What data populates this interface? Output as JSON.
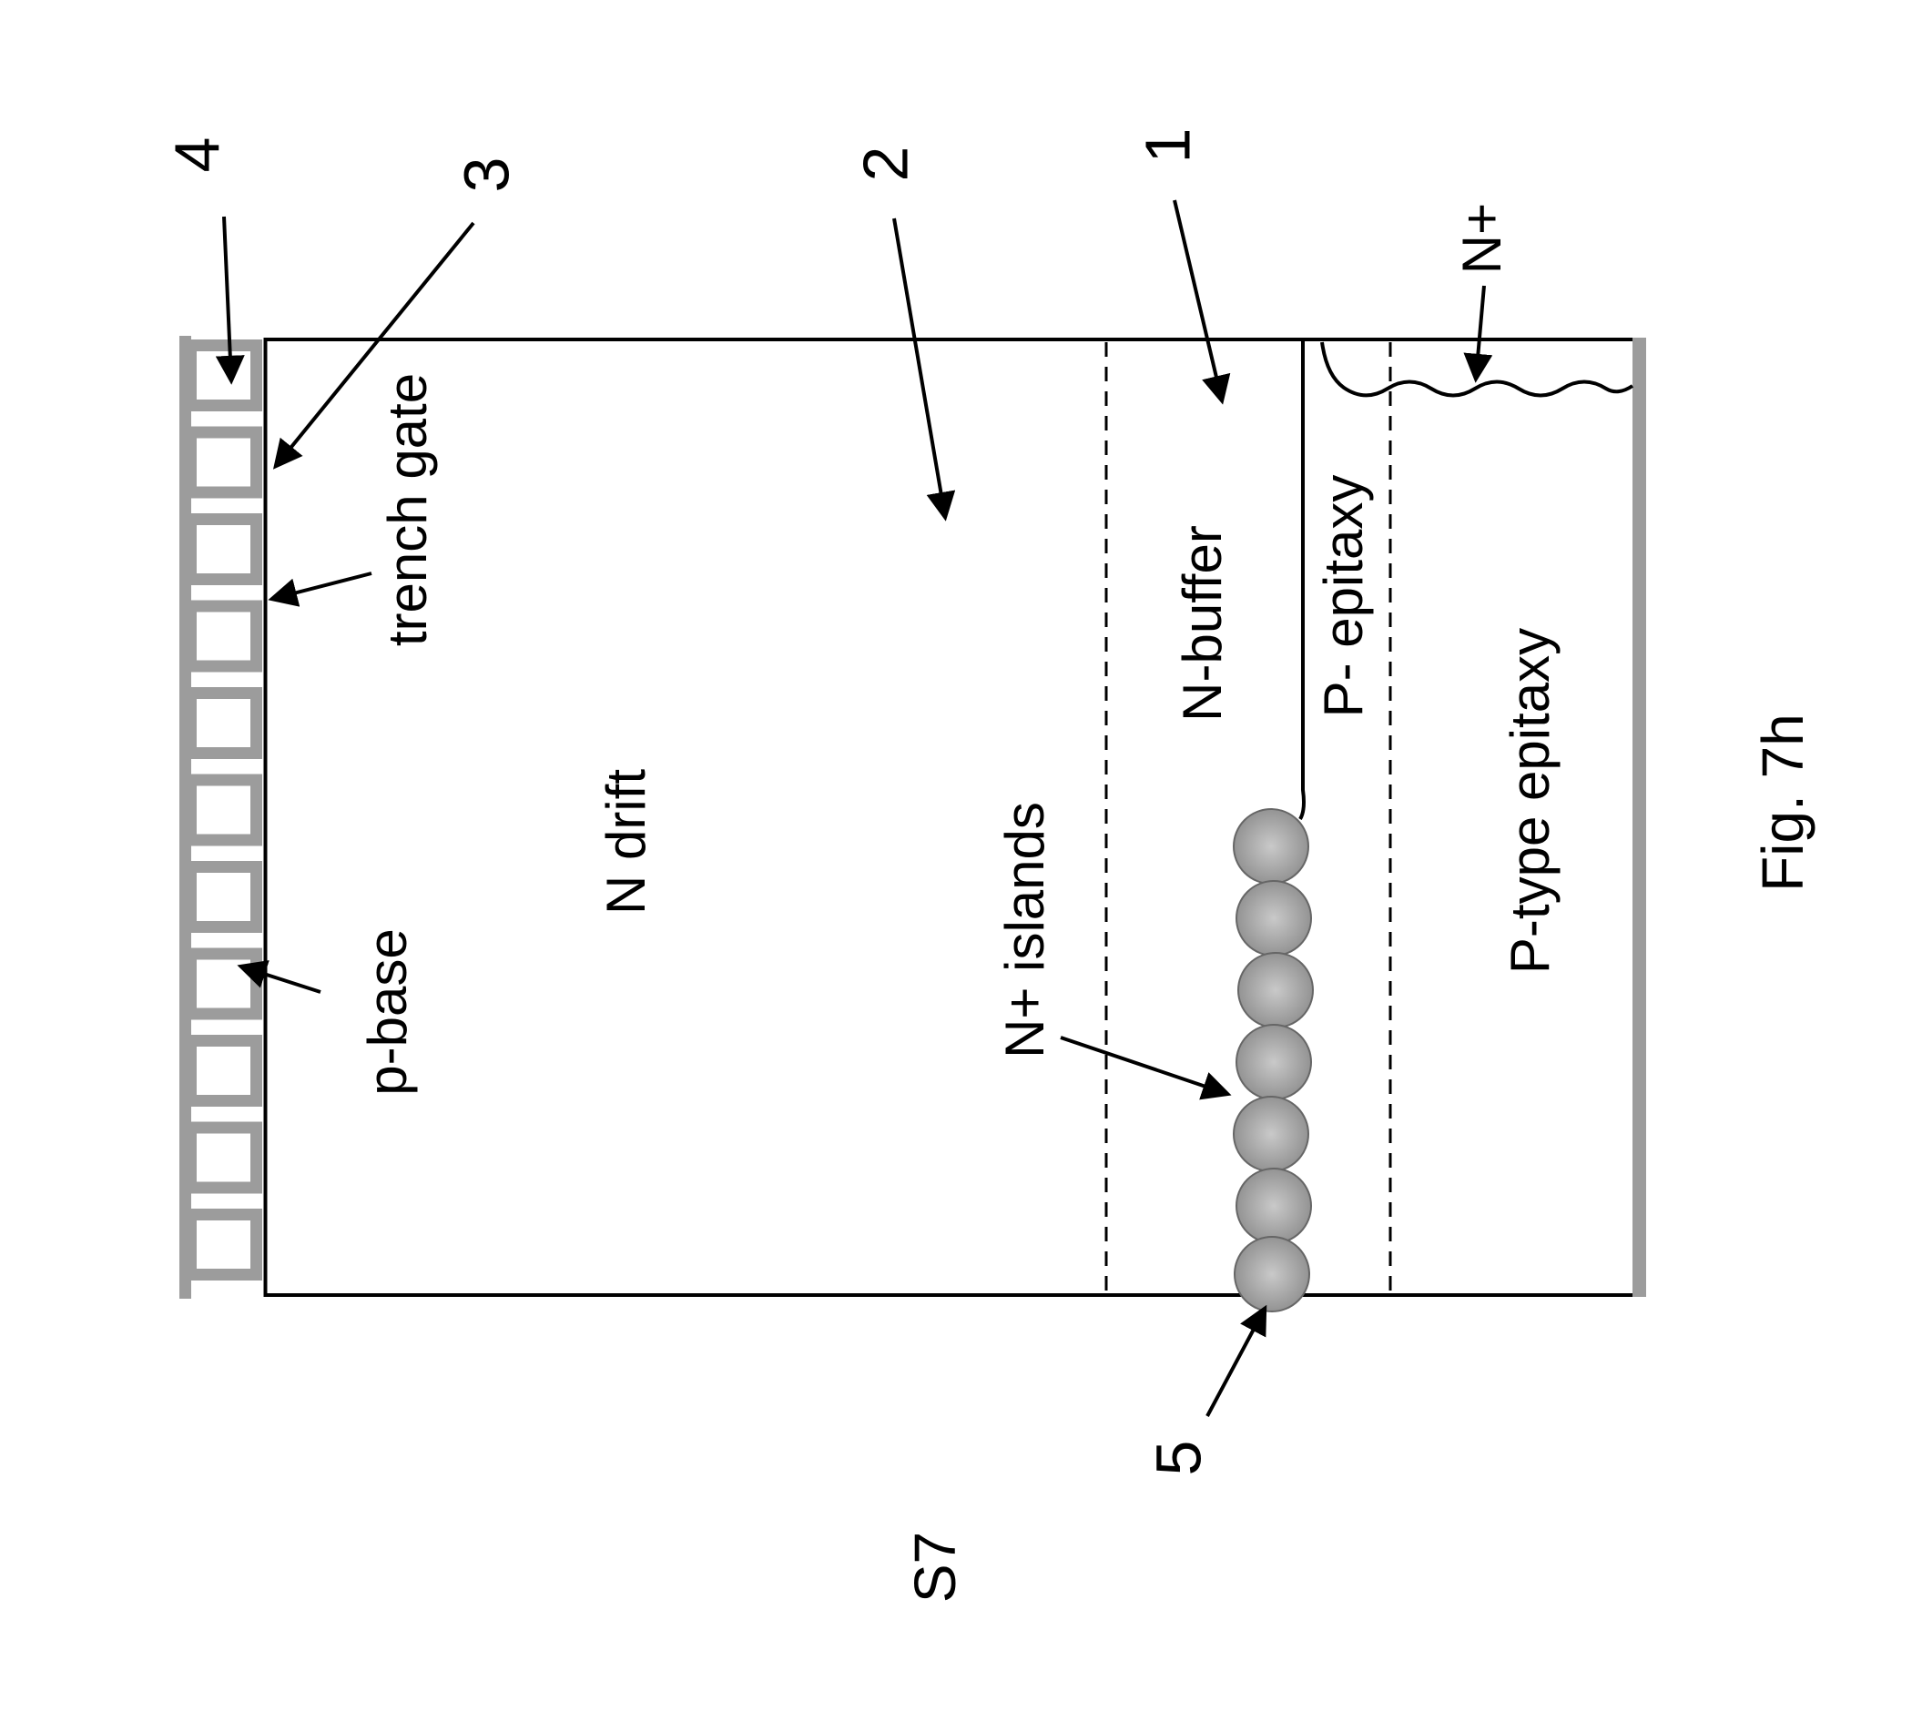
{
  "figure": {
    "caption": "Fig. 7h",
    "step_label": "S7"
  },
  "region_labels": {
    "trench_gate": "trench gate",
    "p_base": "p-base",
    "n_drift": "N drift",
    "n_plus_islands": "N+ islands",
    "n_buffer": "N-buffer",
    "p_epitaxy": "P- epitaxy",
    "p_type_epitaxy": "P-type epitaxy",
    "n_plus": "N+"
  },
  "reference_numerals": {
    "n1": "1",
    "n2": "2",
    "n3": "3",
    "n4": "4",
    "n5": "5"
  },
  "colors": {
    "line_black": "#000000",
    "gate_gray": "#9c9c9c",
    "backside_gray": "#9c9c9c",
    "island_fill_center": "#c9c9c9",
    "island_fill_edge": "#8e8e8e",
    "island_outline": "#666666",
    "background": "#ffffff"
  }
}
